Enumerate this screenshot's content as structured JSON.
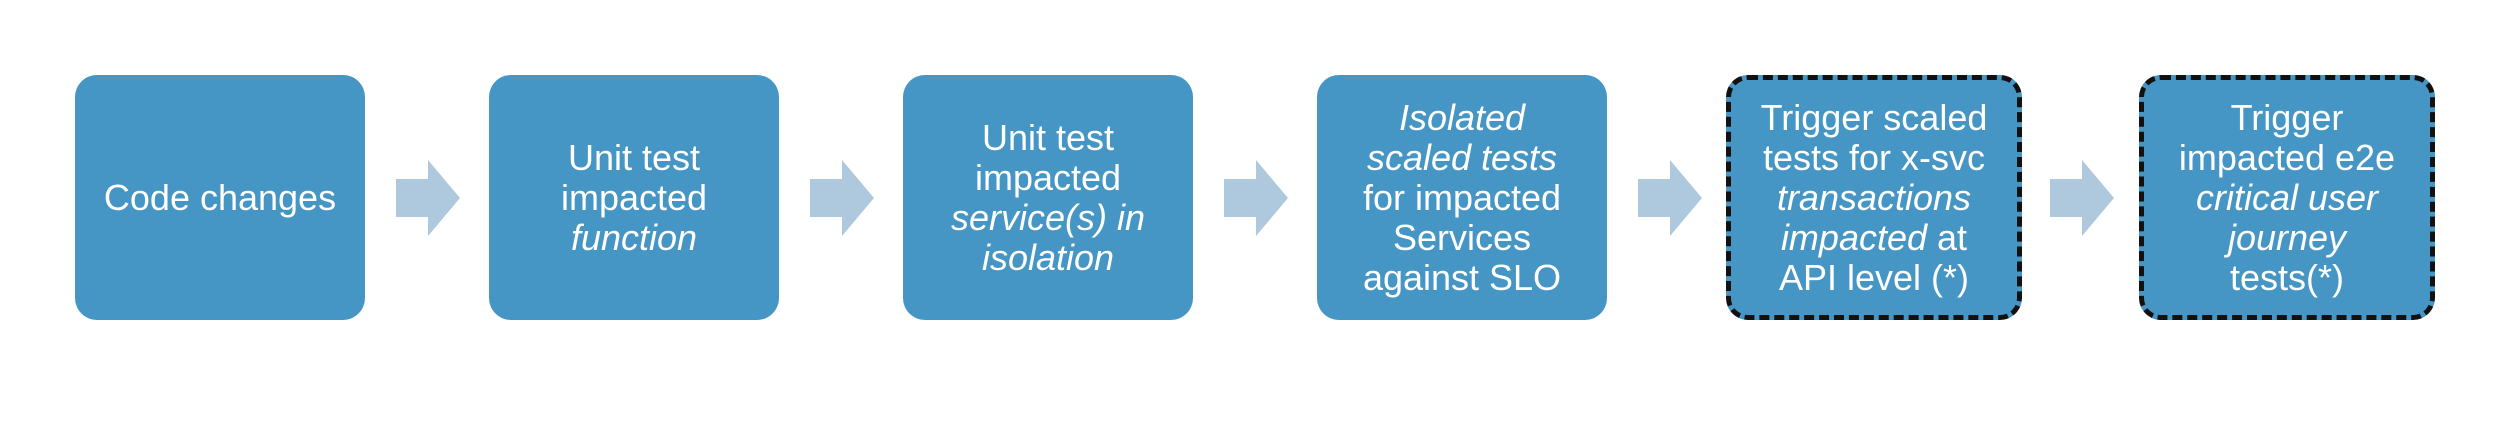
{
  "colors": {
    "box_fill": "#4596c4",
    "box_text": "#ffffff",
    "arrow_fill": "#aec8de",
    "dashed_border": "#111111",
    "background": "#ffffff"
  },
  "steps": [
    {
      "id": "code-changes",
      "lines": [
        {
          "segments": [
            {
              "text": "Code changes",
              "italic": false
            }
          ]
        }
      ],
      "dashed": false
    },
    {
      "id": "unit-test-function",
      "lines": [
        {
          "segments": [
            {
              "text": "Unit test",
              "italic": false
            }
          ]
        },
        {
          "segments": [
            {
              "text": "impacted",
              "italic": false
            }
          ]
        },
        {
          "segments": [
            {
              "text": "function",
              "italic": true
            }
          ]
        }
      ],
      "dashed": false
    },
    {
      "id": "unit-test-service",
      "lines": [
        {
          "segments": [
            {
              "text": "Unit test",
              "italic": false
            }
          ]
        },
        {
          "segments": [
            {
              "text": "impacted",
              "italic": false
            }
          ]
        },
        {
          "segments": [
            {
              "text": "service(s) in",
              "italic": true
            }
          ]
        },
        {
          "segments": [
            {
              "text": "isolation",
              "italic": true
            }
          ]
        }
      ],
      "dashed": false
    },
    {
      "id": "isolated-scaled-tests",
      "lines": [
        {
          "segments": [
            {
              "text": "Isolated",
              "italic": true
            }
          ]
        },
        {
          "segments": [
            {
              "text": "scaled tests",
              "italic": true
            }
          ]
        },
        {
          "segments": [
            {
              "text": "for impacted",
              "italic": false
            }
          ]
        },
        {
          "segments": [
            {
              "text": "Services",
              "italic": false
            }
          ]
        },
        {
          "segments": [
            {
              "text": "against SLO",
              "italic": false
            }
          ]
        }
      ],
      "dashed": false
    },
    {
      "id": "trigger-scaled-tests",
      "lines": [
        {
          "segments": [
            {
              "text": "Trigger scaled",
              "italic": false
            }
          ]
        },
        {
          "segments": [
            {
              "text": "tests for x-svc",
              "italic": false
            }
          ]
        },
        {
          "segments": [
            {
              "text": "transactions",
              "italic": true
            }
          ]
        },
        {
          "segments": [
            {
              "text": "impacted",
              "italic": true
            },
            {
              "text": " at",
              "italic": false
            }
          ]
        },
        {
          "segments": [
            {
              "text": "API level (*)",
              "italic": false
            }
          ]
        }
      ],
      "dashed": true
    },
    {
      "id": "trigger-e2e",
      "lines": [
        {
          "segments": [
            {
              "text": "Trigger",
              "italic": false
            }
          ]
        },
        {
          "segments": [
            {
              "text": "impacted e2e",
              "italic": false
            }
          ]
        },
        {
          "segments": [
            {
              "text": "critical user",
              "italic": true
            }
          ]
        },
        {
          "segments": [
            {
              "text": "journey",
              "italic": true
            }
          ]
        },
        {
          "segments": [
            {
              "text": "tests(*)",
              "italic": false
            }
          ]
        }
      ],
      "dashed": true
    }
  ],
  "arrow_icon": "chevron-right-arrow-icon"
}
